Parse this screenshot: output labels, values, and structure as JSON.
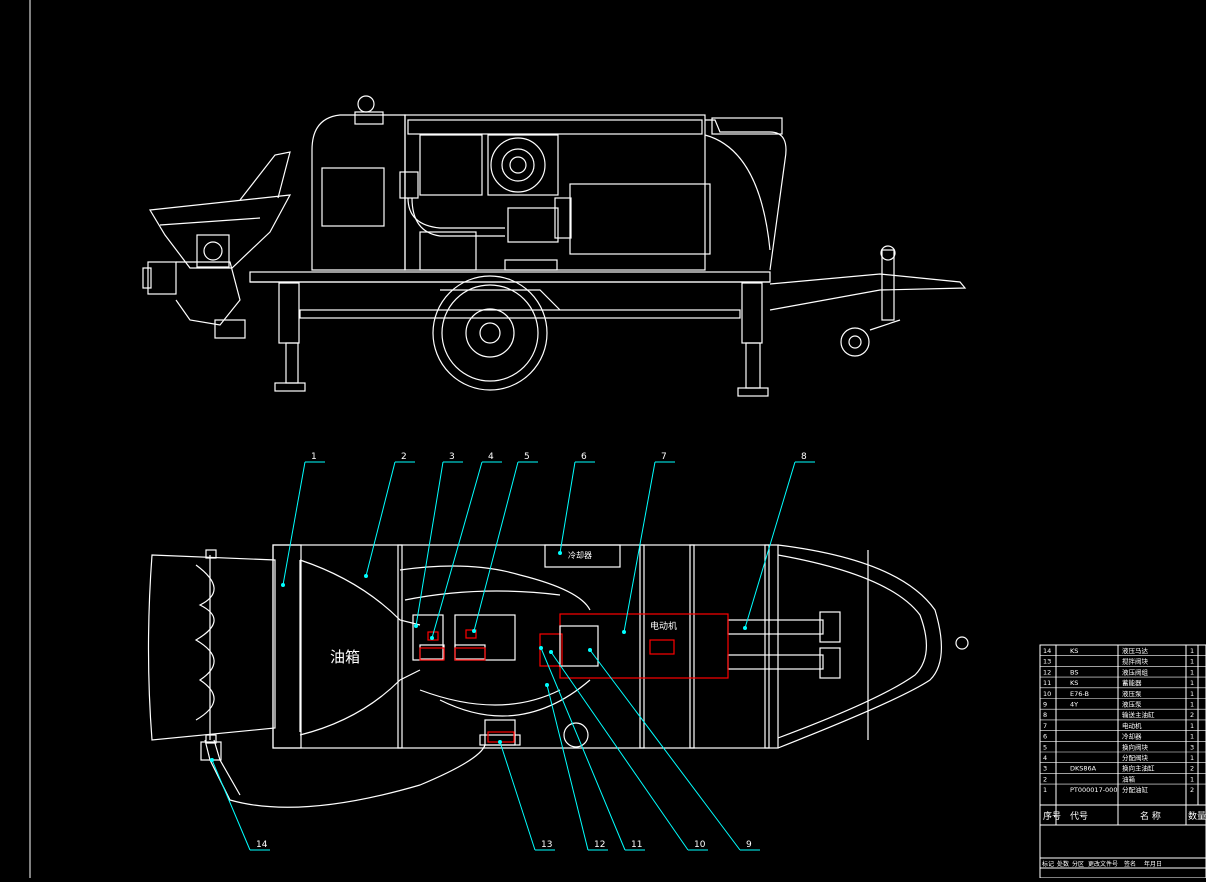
{
  "callouts": [
    "1",
    "2",
    "3",
    "4",
    "5",
    "6",
    "7",
    "8",
    "9",
    "10",
    "11",
    "12",
    "13",
    "14"
  ],
  "labels": {
    "oil_tank": "油箱",
    "motor": "电动机",
    "cooler": "冷却器"
  },
  "colors": {
    "background": "#000000",
    "lines": "#ffffff",
    "leaders": "#00ffff",
    "highlight": "#ff0000"
  },
  "parts_table": {
    "rows": [
      {
        "no": "14",
        "code": "KS",
        "name": "液压马达",
        "qty": "1"
      },
      {
        "no": "13",
        "code": "",
        "name": "搅拌阀块",
        "qty": "1"
      },
      {
        "no": "12",
        "code": "BS",
        "name": "液压阀组",
        "qty": "1"
      },
      {
        "no": "11",
        "code": "KS",
        "name": "蓄能器",
        "qty": "1"
      },
      {
        "no": "10",
        "code": "E76-B",
        "name": "液压泵",
        "qty": "1"
      },
      {
        "no": "9",
        "code": "4Y",
        "name": "液压泵",
        "qty": "1"
      },
      {
        "no": "8",
        "code": "",
        "name": "输送主油缸",
        "qty": "2"
      },
      {
        "no": "7",
        "code": "",
        "name": "电动机",
        "qty": "1"
      },
      {
        "no": "6",
        "code": "",
        "name": "冷却器",
        "qty": "1"
      },
      {
        "no": "5",
        "code": "",
        "name": "换向阀块",
        "qty": "3"
      },
      {
        "no": "4",
        "code": "",
        "name": "分配阀块",
        "qty": "1"
      },
      {
        "no": "3",
        "code": "DKS86A",
        "name": "换向主油缸",
        "qty": "2"
      },
      {
        "no": "2",
        "code": "",
        "name": "油箱",
        "qty": "1"
      },
      {
        "no": "1",
        "code": "PT000017-000",
        "name": "分配油缸",
        "qty": "2"
      }
    ],
    "header": {
      "no": "序号",
      "code": "代号",
      "name": "名 称",
      "qty": "数量"
    },
    "footer": [
      "标记",
      "处数",
      "分区",
      "更改文件号",
      "签名",
      "年月日"
    ]
  }
}
